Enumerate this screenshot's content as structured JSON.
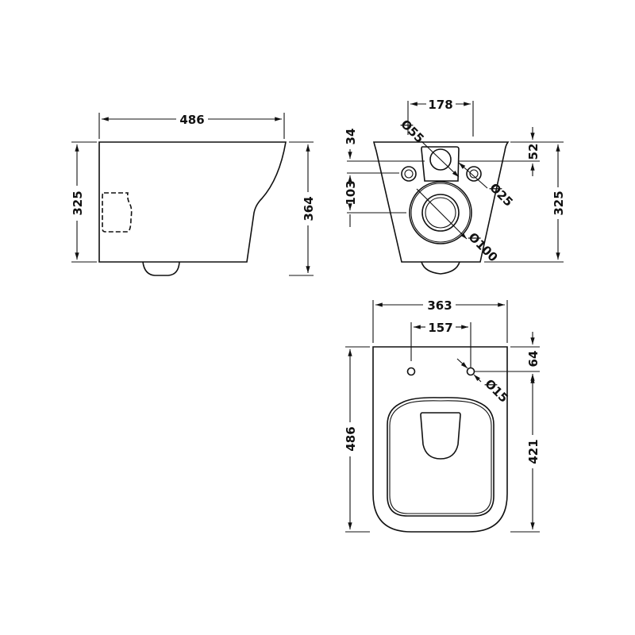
{
  "drawing": {
    "type": "technical dimension drawing",
    "subject": "wall hung toilet pan",
    "units": "mm",
    "line_color": "#111111",
    "background": "#ffffff"
  },
  "side_view": {
    "overall_length": "486",
    "body_height": "325",
    "overall_height": "364"
  },
  "rear_view": {
    "fixing_spacing": "178",
    "inlet_diameter": "Ø55",
    "inlet_offset_top": "34",
    "fixing_height": "103",
    "fixing_hole_diameter": "Ø25",
    "outlet_diameter": "Ø100",
    "top_to_fixing": "52",
    "height": "325"
  },
  "top_view": {
    "width": "363",
    "seat_hole_spacing": "157",
    "seat_hole_diameter": "Ø15",
    "hole_offset_from_back": "64",
    "length": "486",
    "hole_to_front": "421"
  }
}
